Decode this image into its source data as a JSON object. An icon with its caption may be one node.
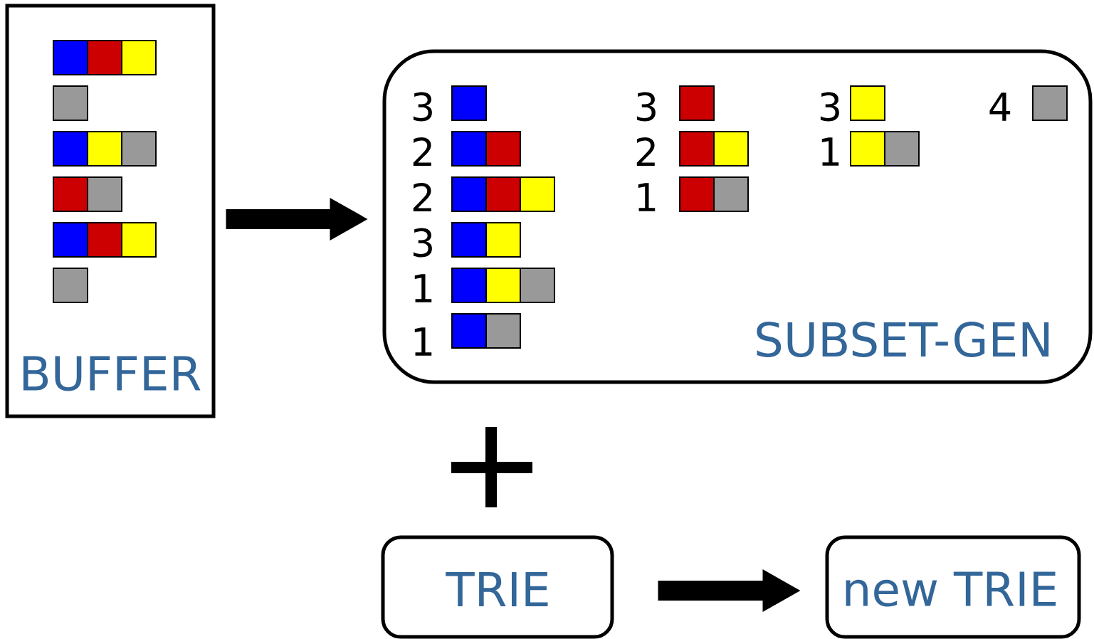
{
  "diagram": {
    "nodes": [
      {
        "text": [
          "BUFFER"
        ]
      },
      {
        "text": [
          "SUBSET-GEN"
        ]
      },
      {
        "text": [
          "TRIE"
        ]
      },
      {
        "text": [
          "new TRIE"
        ]
      }
    ],
    "edges": [
      {
        "from": 0,
        "to": 1,
        "arrow": "to"
      },
      {
        "from": 2,
        "to": 3,
        "arrow": "to"
      }
    ],
    "labels": [
      "3",
      "3",
      "3",
      "4",
      "2",
      "2",
      "1",
      "2",
      "1",
      "3",
      "1",
      "1"
    ]
  }
}
